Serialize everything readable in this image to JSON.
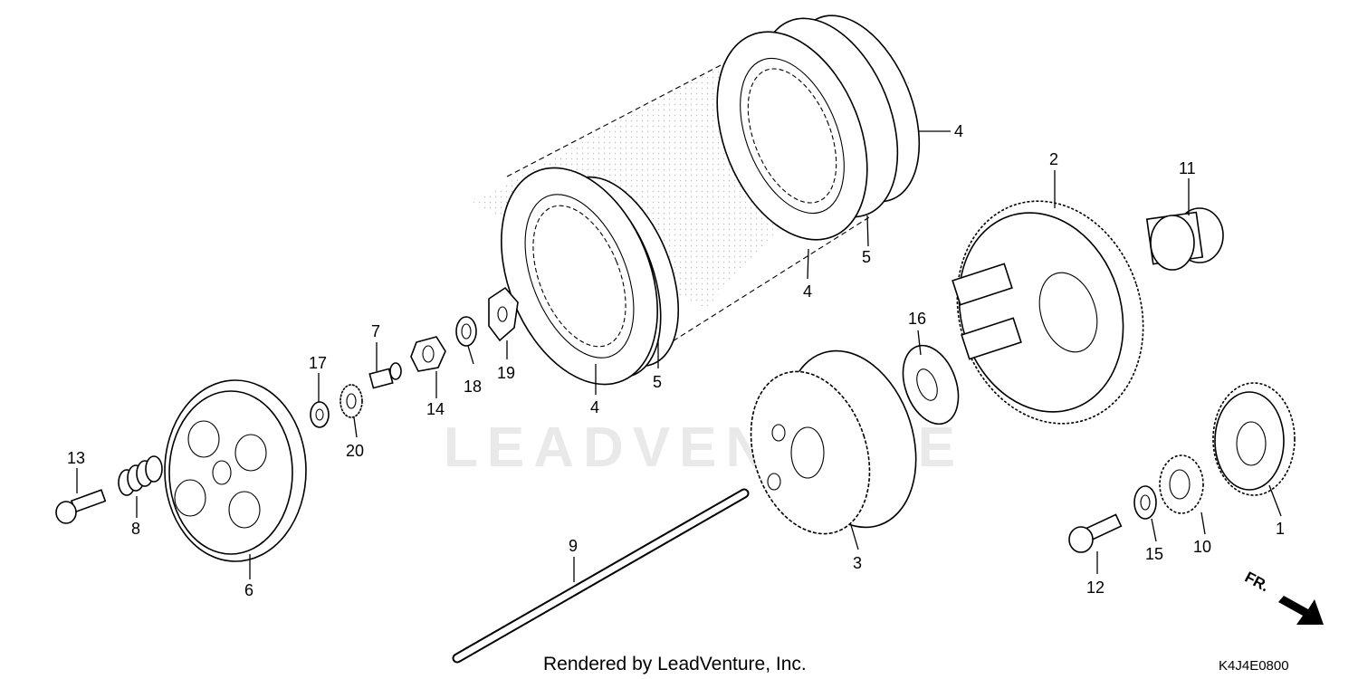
{
  "watermark": "LEADVENTURE",
  "footer": {
    "credit": "Rendered by LeadVenture, Inc.",
    "diagram_code": "K4J4E0800"
  },
  "direction": {
    "label": "FR."
  },
  "callouts": {
    "c1": "1",
    "c2": "2",
    "c3": "3",
    "c4a": "4",
    "c4b": "4",
    "c4c": "4",
    "c5a": "5",
    "c5b": "5",
    "c6": "6",
    "c7": "7",
    "c8": "8",
    "c9": "9",
    "c10": "10",
    "c11": "11",
    "c12": "12",
    "c13": "13",
    "c14": "14",
    "c15": "15",
    "c16": "16",
    "c17": "17",
    "c18": "18",
    "c19": "19",
    "c20": "20"
  }
}
